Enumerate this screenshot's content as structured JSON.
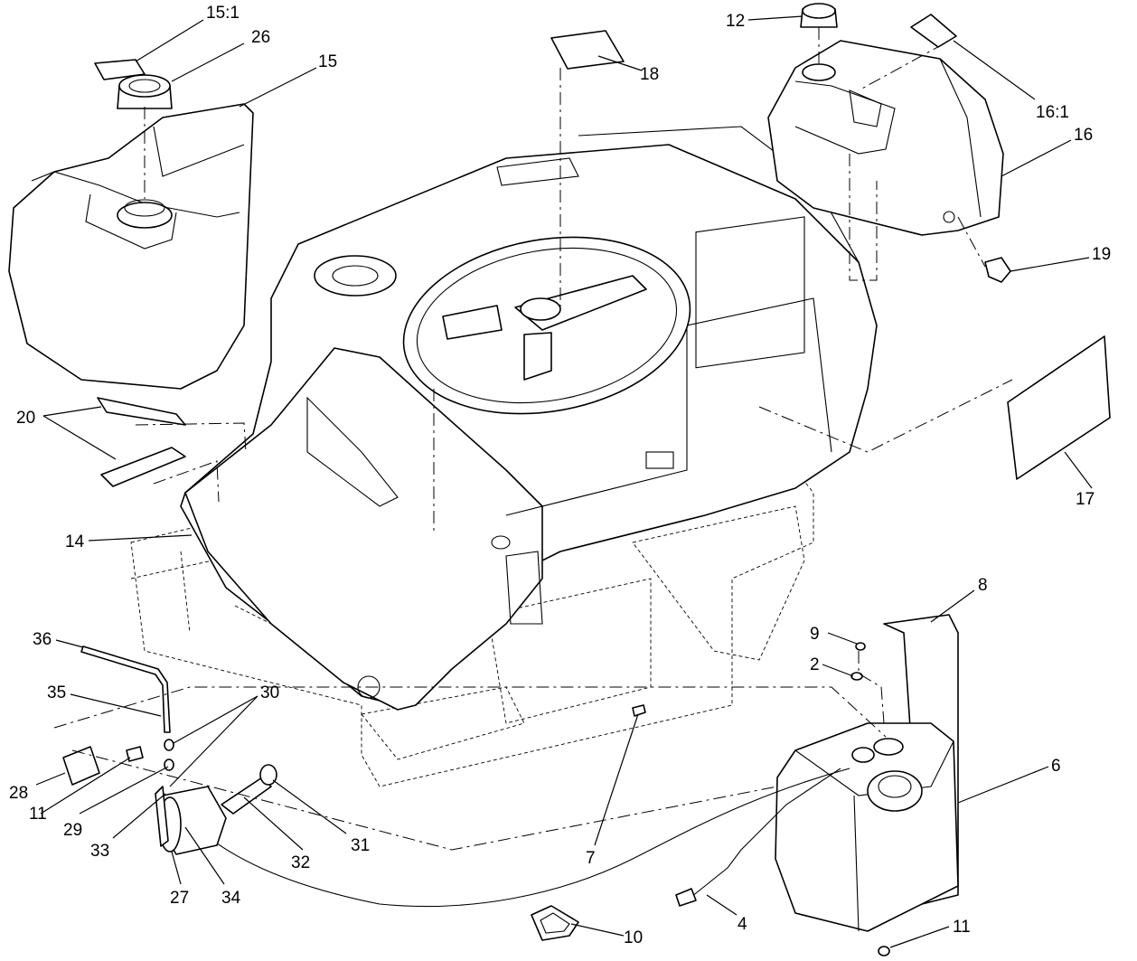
{
  "callouts": [
    {
      "id": "15-1",
      "text": "15:1"
    },
    {
      "id": "26",
      "text": "26"
    },
    {
      "id": "15",
      "text": "15"
    },
    {
      "id": "18",
      "text": "18"
    },
    {
      "id": "12",
      "text": "12"
    },
    {
      "id": "16-1",
      "text": "16:1"
    },
    {
      "id": "16",
      "text": "16"
    },
    {
      "id": "19",
      "text": "19"
    },
    {
      "id": "20",
      "text": "20"
    },
    {
      "id": "17",
      "text": "17"
    },
    {
      "id": "14",
      "text": "14"
    },
    {
      "id": "8",
      "text": "8"
    },
    {
      "id": "9",
      "text": "9"
    },
    {
      "id": "2",
      "text": "2"
    },
    {
      "id": "36",
      "text": "36"
    },
    {
      "id": "35",
      "text": "35"
    },
    {
      "id": "30",
      "text": "30"
    },
    {
      "id": "6",
      "text": "6"
    },
    {
      "id": "28",
      "text": "28"
    },
    {
      "id": "11a",
      "text": "11"
    },
    {
      "id": "29",
      "text": "29"
    },
    {
      "id": "33",
      "text": "33"
    },
    {
      "id": "31",
      "text": "31"
    },
    {
      "id": "32",
      "text": "32"
    },
    {
      "id": "7",
      "text": "7"
    },
    {
      "id": "27",
      "text": "27"
    },
    {
      "id": "34",
      "text": "34"
    },
    {
      "id": "4",
      "text": "4"
    },
    {
      "id": "10",
      "text": "10"
    },
    {
      "id": "11b",
      "text": "11"
    }
  ]
}
